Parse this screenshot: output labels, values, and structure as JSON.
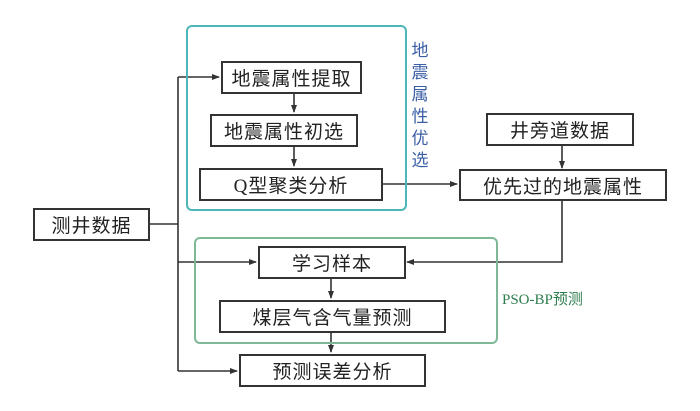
{
  "diagram": {
    "nodes": {
      "seismic_extract": "地震属性提取",
      "seismic_prelim": "地震属性初选",
      "q_cluster": "Q型聚类分析",
      "well_side_data": "井旁道数据",
      "selected_attrs": "优先过的地震属性",
      "logging_data": "测井数据",
      "learning_samples": "学习样本",
      "gas_prediction": "煤层气含气量预测",
      "error_analysis": "预测误差分析"
    },
    "groups": {
      "attribute_optimization": {
        "label": "地震属性优选",
        "color": "#4db6b6",
        "label_color": "#3b5fa6"
      },
      "pso_bp": {
        "label": "PSO-BP预测",
        "color": "#7fb896",
        "label_color": "#2e7d4f"
      }
    },
    "edges": [
      {
        "from": "logging_data",
        "to": "seismic_extract"
      },
      {
        "from": "seismic_extract",
        "to": "seismic_prelim"
      },
      {
        "from": "seismic_prelim",
        "to": "q_cluster"
      },
      {
        "from": "q_cluster",
        "to": "selected_attrs"
      },
      {
        "from": "well_side_data",
        "to": "selected_attrs"
      },
      {
        "from": "selected_attrs",
        "to": "learning_samples"
      },
      {
        "from": "logging_data",
        "to": "learning_samples"
      },
      {
        "from": "learning_samples",
        "to": "gas_prediction"
      },
      {
        "from": "gas_prediction",
        "to": "error_analysis"
      },
      {
        "from": "logging_data",
        "to": "error_analysis"
      }
    ]
  }
}
